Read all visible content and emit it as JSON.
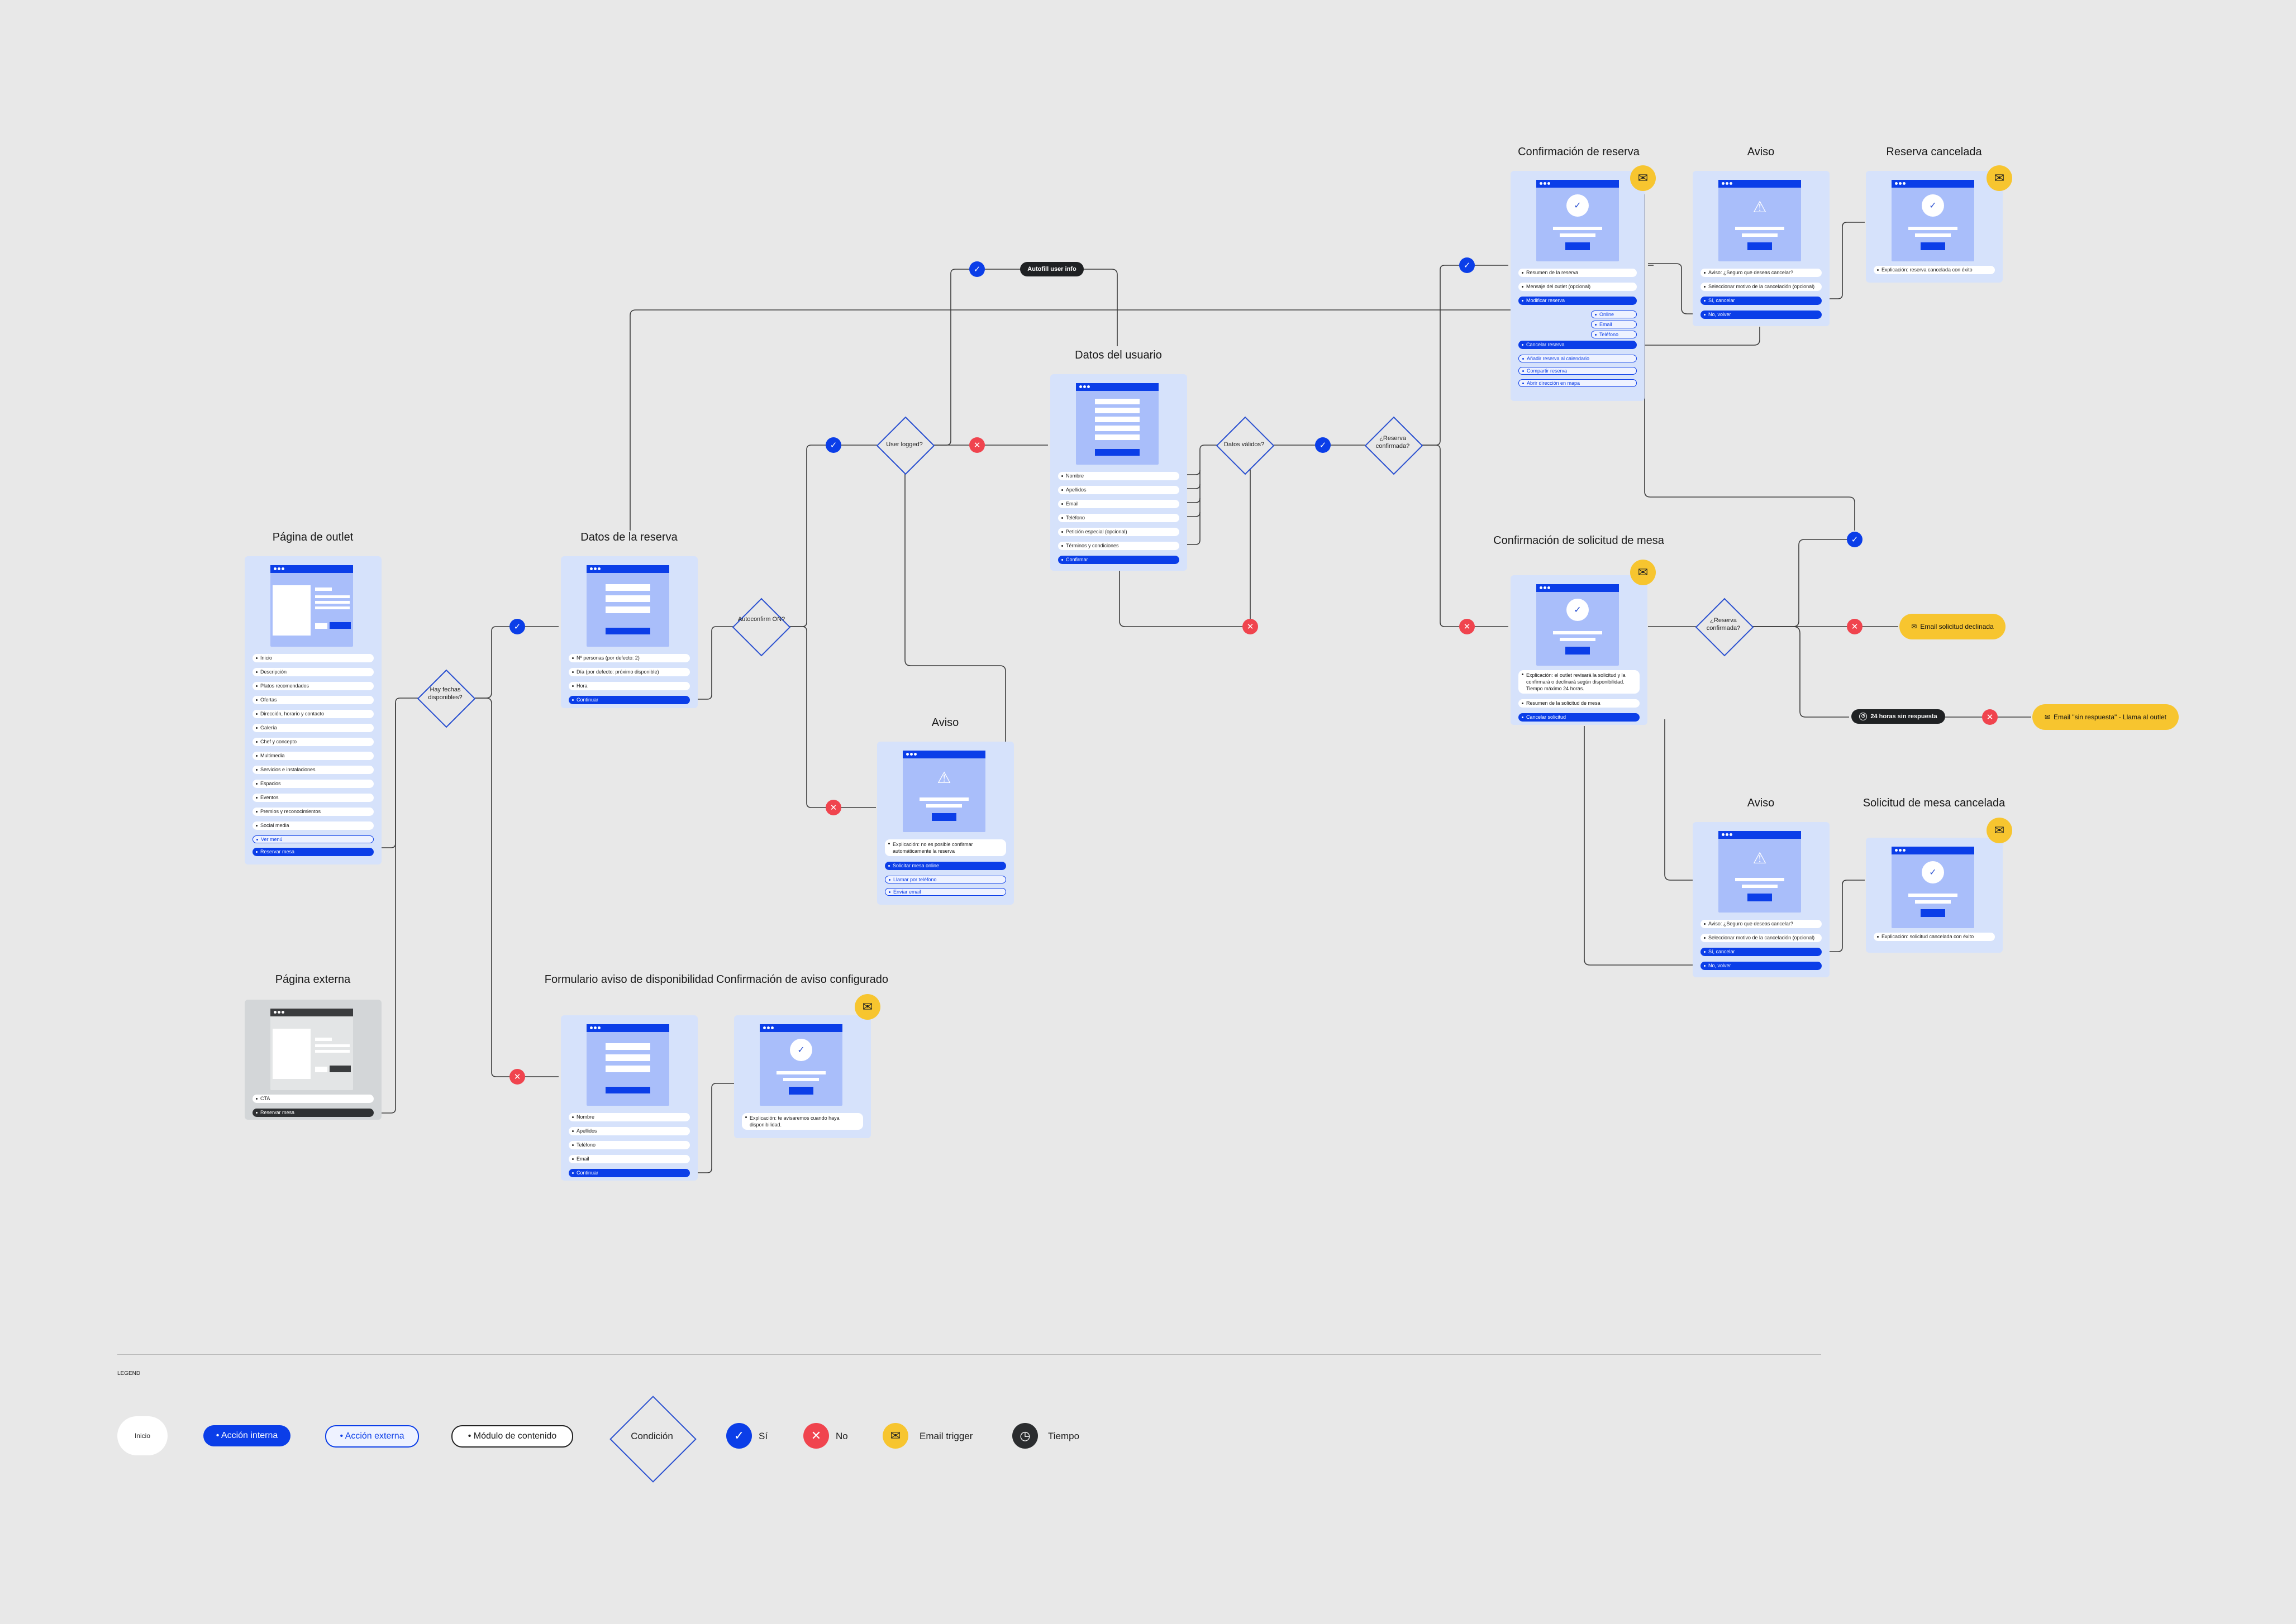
{
  "titles": {
    "outlet": "Página de outlet",
    "externa": "Página externa",
    "datos_reserva": "Datos de la reserva",
    "formulario_aviso": "Formulario aviso de disponibilidad",
    "confirmacion_aviso": "Confirmación de aviso configurado",
    "aviso_center": "Aviso",
    "datos_usuario": "Datos del usuario",
    "confirmacion_reserva": "Confirmación de reserva",
    "aviso_top": "Aviso",
    "reserva_cancelada": "Reserva cancelada",
    "confirmacion_solicitud": "Confirmación de solicitud de mesa",
    "aviso_bottom": "Aviso",
    "solicitud_cancelada": "Solicitud de mesa cancelada"
  },
  "outlet_items": [
    "Inicio",
    "Descripción",
    "Platos recomendados",
    "Ofertas",
    "Dirección, horario y contacto",
    "Galería",
    "Chef y concepto",
    "Multimedia",
    "Servicios e instalaciones",
    "Espacios",
    "Eventos",
    "Premios y reconocimientos",
    "Social media",
    "Ver menú",
    "Reservar mesa"
  ],
  "externa_items": [
    "CTA",
    "Reservar mesa"
  ],
  "reserva_items": [
    "Nº personas (por defecto: 2)",
    "Día (por defecto: próximo disponible)",
    "Hora",
    "Continuar"
  ],
  "formulario_items": [
    "Nombre",
    "Apellidos",
    "Teléfono",
    "Email",
    "Continuar"
  ],
  "confirm_aviso_items": [
    "Explicación: te avisaremos cuando haya disponibilidad."
  ],
  "aviso_center_items": [
    "Explicación: no es posible confirmar automáticamente la reserva",
    "Solicitar mesa online",
    "Llamar por teléfono",
    "Enviar email"
  ],
  "usuario_items": [
    "Nombre",
    "Apellidos",
    "Email",
    "Teléfono",
    "Petición especial (opcional)",
    "Términos y condiciones",
    "Confirmar"
  ],
  "confirm_reserva_items": [
    "Resumen de la reserva",
    "Mensaje del outlet (opcional)",
    "Modificar reserva",
    "Online",
    "Email",
    "Teléfono",
    "Cancelar reserva",
    "Añadir reserva al calendario",
    "Compartir reserva",
    "Abrir dirección en mapa"
  ],
  "aviso_top_items": [
    "Aviso: ¿Seguro que deseas cancelar?",
    "Seleccionar motivo de la cancelación (opcional)",
    "Sí, cancelar",
    "No, volver"
  ],
  "reserva_cancelada_items": [
    "Explicación: reserva cancelada con éxito"
  ],
  "solicitud_items": [
    "Explicación: el outlet revisará la solicitud y la confirmará o declinará según disponibilidad. Tiempo máximo 24 horas.",
    "Resumen de la solicitud de mesa",
    "Cancelar solicitud"
  ],
  "aviso_bottom_items": [
    "Aviso: ¿Seguro que deseas cancelar?",
    "Seleccionar motivo de la cancelación (opcional)",
    "Sí, cancelar",
    "No, volver"
  ],
  "solicitud_cancelada_items": [
    "Explicación: solicitud cancelada con éxito"
  ],
  "conditions": {
    "fechas": "Hay fechas disponibles?",
    "autoconfirm": "Autoconfirm ON?",
    "logged": "User logged?",
    "validos": "Datos válidos?",
    "confirmada1": "¿Reserva confirmada?",
    "confirmada2": "¿Reserva confirmada?"
  },
  "pills": {
    "autofill": "Autofill user info",
    "sin_respuesta": "24 horas sin respuesta",
    "email_declinada": "Email solicitud declinada",
    "email_sin_respuesta": "Email \"sin respuesta\" - Llama al outlet"
  },
  "legend": {
    "heading": "LEGEND",
    "inicio": "Inicio",
    "interna": "Acción interna",
    "externa": "Acción externa",
    "modulo": "Módulo de contenido",
    "condicion": "Condición",
    "si": "Sí",
    "no": "No",
    "email": "Email trigger",
    "tiempo": "Tiempo"
  },
  "colors": {
    "primary": "#0b3ee8",
    "card": "#d6e2fb",
    "mock": "#a9befa",
    "no": "#f0444e",
    "email": "#f7c52f",
    "dark": "#1f2123"
  }
}
